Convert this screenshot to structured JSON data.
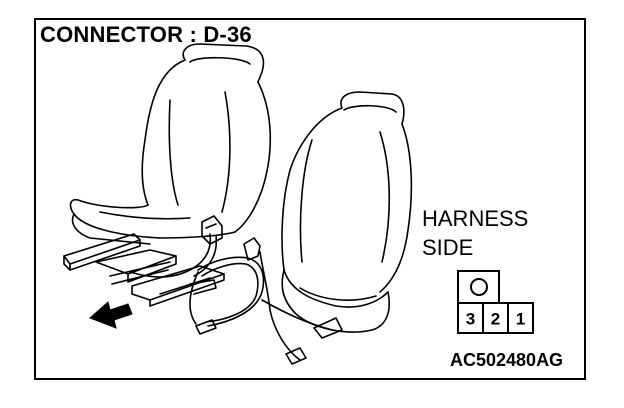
{
  "title": "CONNECTOR : D-36",
  "harness": {
    "line1": "HARNESS",
    "line2": "SIDE"
  },
  "connector": {
    "pins": [
      "3",
      "2",
      "1"
    ]
  },
  "code": "AC502480AG",
  "icons": {
    "arrow": "pointer-arrow-icon",
    "seat": "car-seat-icon"
  }
}
